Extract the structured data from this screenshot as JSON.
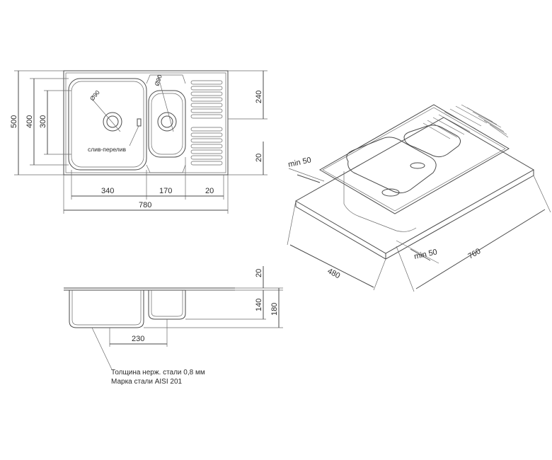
{
  "top_view": {
    "dims": {
      "w340": "340",
      "w170": "170",
      "w20": "20",
      "w780": "780",
      "h500": "500",
      "h400": "400",
      "h300": "300",
      "r240": "240",
      "r20": "20"
    },
    "diam_large": "Ø90",
    "diam_small": "Ø90",
    "overflow_label": "слив-перелив"
  },
  "side_view": {
    "dims": {
      "t20": "20",
      "d140": "140",
      "d180": "180",
      "w230": "230"
    }
  },
  "note": {
    "line1": "Толщина нерж. стали 0,8 мм",
    "line2": "Марка стали AISI 201"
  },
  "iso_view": {
    "dims": {
      "min50a": "min 50",
      "min50b": "min 50",
      "d480": "480",
      "d760": "760"
    }
  }
}
